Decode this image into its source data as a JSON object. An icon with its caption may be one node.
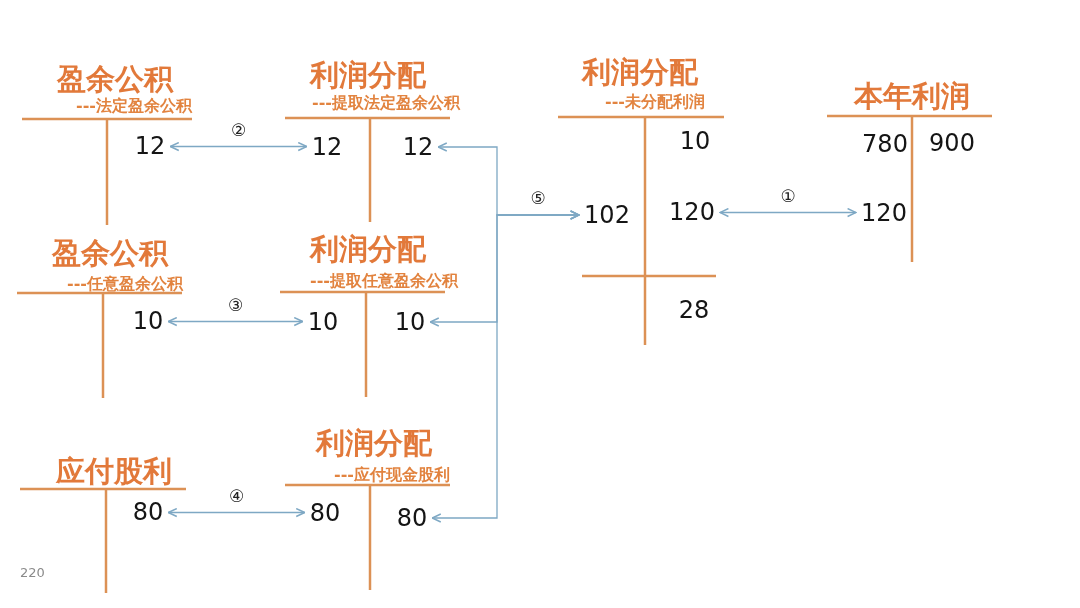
{
  "diagram": {
    "nodes": [
      {
        "text": [
          "盈余公积",
          "---法定盈余公积"
        ]
      },
      {
        "text": [
          "12"
        ],
        "in": 0
      },
      {
        "text": [
          "利润分配",
          "---提取法定盈余公积"
        ]
      },
      {
        "text": [
          "12"
        ],
        "in": 2
      },
      {
        "text": [
          "12"
        ],
        "in": 2
      },
      {
        "text": [
          "利润分配",
          "---未分配利润"
        ]
      },
      {
        "text": [
          "10"
        ],
        "in": 5
      },
      {
        "text": [
          "102"
        ],
        "in": 5
      },
      {
        "text": [
          "120"
        ],
        "in": 5
      },
      {
        "text": [
          "28"
        ],
        "in": 5
      },
      {
        "text": [
          "本年利润"
        ]
      },
      {
        "text": [
          "780"
        ],
        "in": 10
      },
      {
        "text": [
          "900"
        ],
        "in": 10
      },
      {
        "text": [
          "120"
        ],
        "in": 10
      },
      {
        "text": [
          "盈余公积",
          "---任意盈余公积"
        ]
      },
      {
        "text": [
          "10"
        ],
        "in": 14
      },
      {
        "text": [
          "利润分配",
          "---提取任意盈余公积"
        ]
      },
      {
        "text": [
          "10"
        ],
        "in": 16
      },
      {
        "text": [
          "10"
        ],
        "in": 16
      },
      {
        "text": [
          "应付股利"
        ]
      },
      {
        "text": [
          "80"
        ],
        "in": 19
      },
      {
        "text": [
          "利润分配",
          "---应付现金股利"
        ]
      },
      {
        "text": [
          "80"
        ],
        "in": 21
      },
      {
        "text": [
          "80"
        ],
        "in": 21
      }
    ],
    "edges": [
      {
        "from": 8,
        "to": 13,
        "arrow": "both",
        "label": "①"
      },
      {
        "from": 1,
        "to": 3,
        "arrow": "both",
        "label": "②"
      },
      {
        "from": 15,
        "to": 17,
        "arrow": "both",
        "label": "③"
      },
      {
        "from": 20,
        "to": 22,
        "arrow": "both",
        "label": "④"
      },
      {
        "from": 7,
        "to": 4,
        "arrow": "both",
        "label": "⑤"
      },
      {
        "from": 7,
        "to": 18,
        "arrow": "both"
      },
      {
        "from": 7,
        "to": 23,
        "arrow": "both"
      }
    ],
    "labels": [
      "220"
    ]
  }
}
